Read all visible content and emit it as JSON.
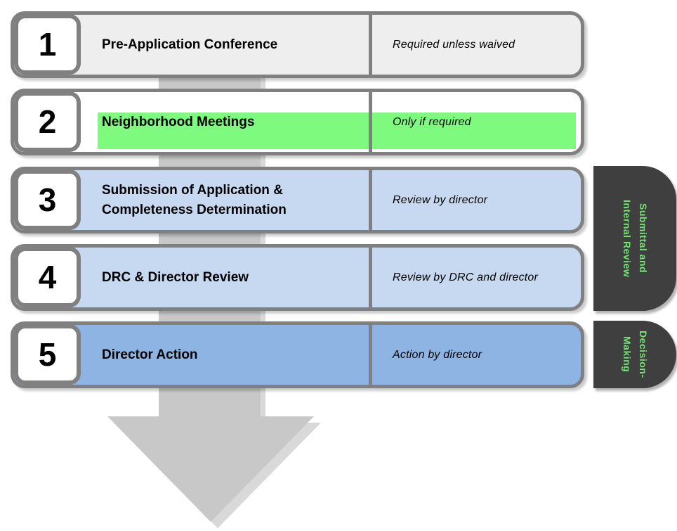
{
  "steps": [
    {
      "number": "1",
      "title": "Pre-Application Conference",
      "note": "Required unless waived",
      "fill": "#eeeeee"
    },
    {
      "number": "2",
      "title": "Neighborhood Meetings",
      "note": "Only if required",
      "fill": "#ffffff",
      "highlight_color": "#7efa7e"
    },
    {
      "number": "3",
      "title": "Submission of Application &\nCompleteness Determination",
      "note": "Review by director",
      "fill": "#c6d9f0"
    },
    {
      "number": "4",
      "title": "DRC & Director Review",
      "note": "Review by DRC and director",
      "fill": "#c6d9f0"
    },
    {
      "number": "5",
      "title": "Director Action",
      "note": "Action by director",
      "fill": "#8db4e2"
    }
  ],
  "side_tabs": [
    {
      "line1": "Submittal and",
      "line2": "Internal Review",
      "bg": "#3f3f3f",
      "text_color": "#72e472"
    },
    {
      "line1": "Decision-",
      "line2": "Making",
      "bg": "#3f3f3f",
      "text_color": "#72e472"
    }
  ],
  "colors": {
    "row_border_gray": "#808080",
    "arrow_gray": "#c8c8c8",
    "arrow_highlight_gray": "#d9d9d9",
    "step1_gray": "#eeeeee",
    "highlight_green": "#7efa7e",
    "steps34_light_blue": "#c6d9f0",
    "step5_medium_blue": "#8db4e2",
    "tab_charcoal": "#3f3f3f",
    "tab_text_green": "#72e472"
  }
}
